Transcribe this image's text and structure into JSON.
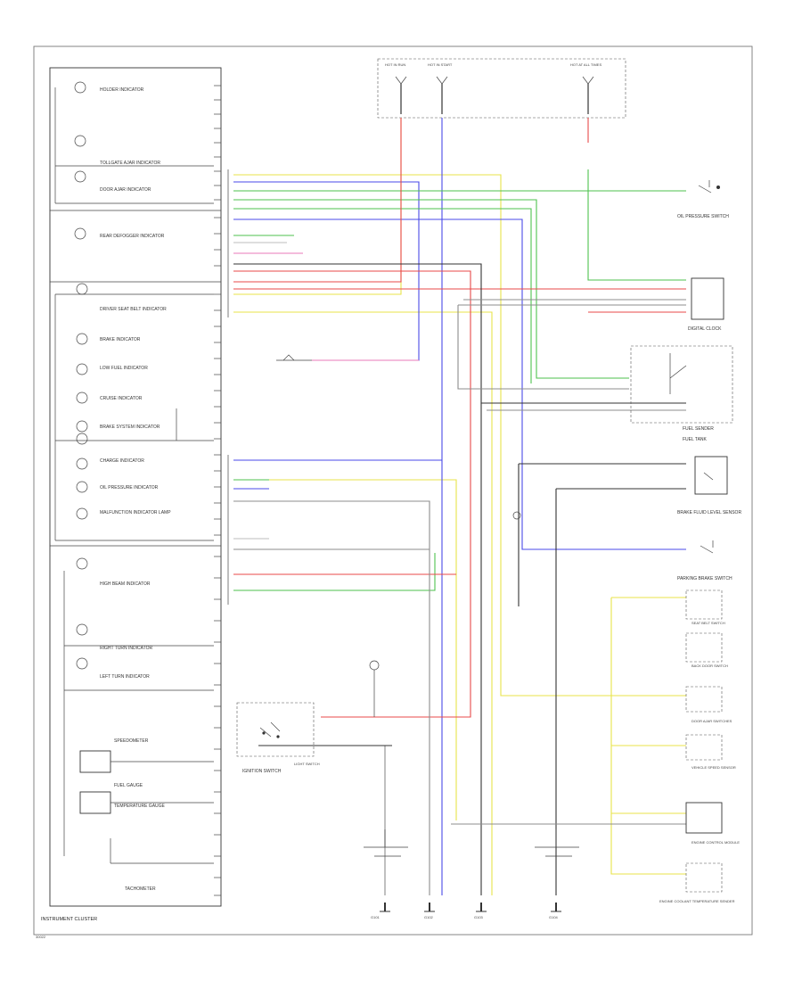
{
  "cluster": {
    "title": "INSTRUMENT CLUSTER",
    "indicators": [
      "HOLDER INDICATOR",
      "TOLLGATE AJAR INDICATOR",
      "DOOR AJAR INDICATOR",
      "REAR DEFOGGER INDICATOR",
      "DRIVER SEAT BELT INDICATOR",
      "BRAKE INDICATOR",
      "LOW FUEL INDICATOR",
      "CRUISE INDICATOR",
      "BRAKE SYSTEM INDICATOR",
      "CHARGE INDICATOR",
      "OIL PRESSURE INDICATOR",
      "MALFUNCTION INDICATOR LAMP",
      "HIGH BEAM INDICATOR",
      "RIGHT TURN INDICATOR",
      "LEFT TURN INDICATOR"
    ],
    "gauges": [
      "SPEEDOMETER",
      "FUEL GAUGE",
      "TEMPERATURE GAUGE",
      "TACHOMETER"
    ]
  },
  "wires": {
    "colors": {
      "yellow": "#e8e34a",
      "blue": "#4a4ae8",
      "green": "#4ec24e",
      "red": "#e84a4a",
      "pink": "#e87ab8",
      "gray": "#8c8c8c",
      "black": "#333333",
      "light": "#bdbdbd"
    }
  },
  "components": {
    "fuse_box_label": "HOT AT ALL TIMES",
    "fuse_labels": [
      "HOT IN RUN",
      "HOT IN START",
      "HOT AT ALL TIMES"
    ],
    "oil_pressure_switch": "OIL PRESSURE SWITCH",
    "digital_clock": "DIGITAL CLOCK",
    "fuel_sender": "FUEL SENDER",
    "fuel_tank": "FUEL TANK",
    "brake_fluid_sensor": "BRAKE FLUID LEVEL SENSOR",
    "parking_brake": "PARKING BRAKE SWITCH",
    "ignition_switch": "IGNITION SWITCH",
    "light_switch": "LIGHT SWITCH",
    "ground_1": "G101",
    "ground_2": "G102",
    "ground_3": "G103",
    "ground_4": "G104",
    "tail_switch": "DOOR AJAR SWITCHES",
    "seat_belt_switch": "SEAT BELT SWITCH",
    "back_door_switch": "BACK DOOR SWITCH",
    "speed_sensor": "VEHICLE SPEED SENSOR",
    "engine_control": "ENGINE CONTROL MODULE",
    "temp_sender": "ENGINE COOLANT TEMPERATURE SENDER",
    "page_mark": "30022"
  }
}
